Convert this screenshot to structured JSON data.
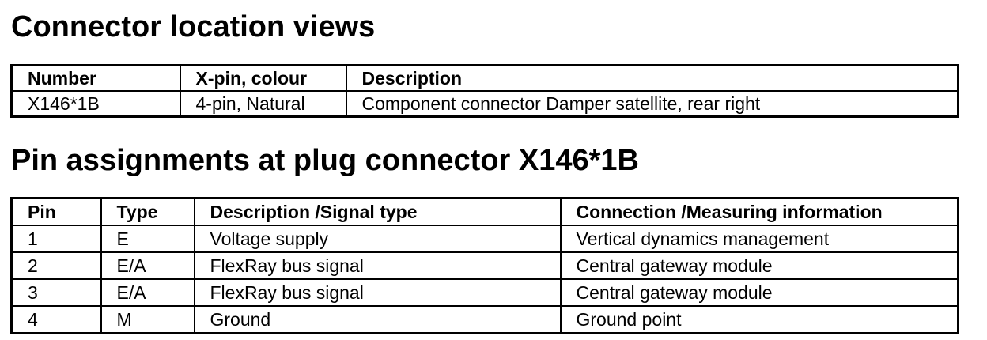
{
  "connector_section": {
    "title": "Connector location views",
    "columns": [
      "Number",
      "X-pin, colour",
      "Description"
    ],
    "rows": [
      [
        "X146*1B",
        "4-pin, Natural",
        "Component connector Damper satellite, rear right"
      ]
    ]
  },
  "pin_section": {
    "title": "Pin assignments at plug connector X146*1B",
    "columns": [
      "Pin",
      "Type",
      "Description /Signal type",
      "Connection /Measuring information"
    ],
    "rows": [
      [
        "1",
        "E",
        "Voltage supply",
        "Vertical dynamics management"
      ],
      [
        "2",
        "E/A",
        "FlexRay bus signal",
        "Central gateway module"
      ],
      [
        "3",
        "E/A",
        "FlexRay bus signal",
        "Central gateway module"
      ],
      [
        "4",
        "M",
        "Ground",
        "Ground point"
      ]
    ]
  }
}
